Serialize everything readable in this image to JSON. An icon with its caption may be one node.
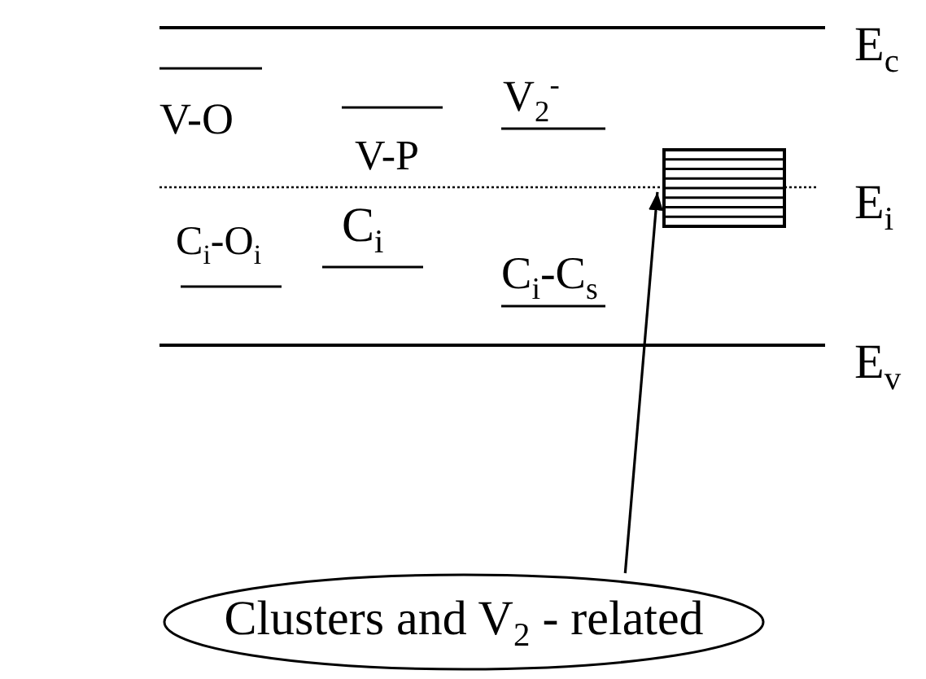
{
  "diagram": {
    "nodes": [
      {
        "text": [
          "Clusters and  V$_{2}$ - related"
        ]
      },
      {
        "text": [],
        "shape": "box"
      }
    ],
    "edges": [
      {
        "from": 0,
        "to": 1,
        "arrow": "to"
      }
    ],
    "labels": [
      "E$_{c}$",
      "V-O",
      "V-P",
      "V$_{2}$$^{-}$",
      "E$_{i}$",
      "C$_{i}$-O$_{i}$",
      "C$_{i}$",
      "C$_{i}$-C$_{s}$",
      "E$_{v}$"
    ]
  }
}
